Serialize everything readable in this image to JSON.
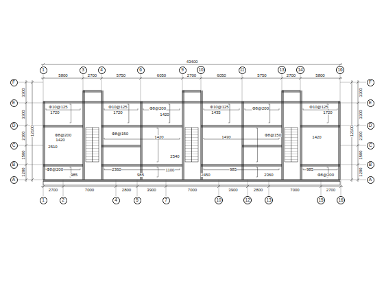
{
  "diagram": {
    "nodes": [
      {
        "text": [
          "1"
        ]
      },
      {
        "text": [
          "3"
        ]
      },
      {
        "text": [
          "4"
        ]
      },
      {
        "text": [
          "6"
        ]
      },
      {
        "text": [
          "9"
        ]
      },
      {
        "text": [
          "10"
        ]
      },
      {
        "text": [
          "11"
        ]
      },
      {
        "text": [
          "13"
        ]
      },
      {
        "text": [
          "14"
        ]
      },
      {
        "text": [
          "16"
        ]
      },
      {
        "text": [
          "F"
        ]
      },
      {
        "text": [
          "E"
        ]
      },
      {
        "text": [
          "D"
        ]
      },
      {
        "text": [
          "C"
        ]
      },
      {
        "text": [
          "B"
        ]
      },
      {
        "text": [
          "A"
        ]
      },
      {
        "text": [
          "F"
        ]
      },
      {
        "text": [
          "E"
        ]
      },
      {
        "text": [
          "D"
        ]
      },
      {
        "text": [
          "C"
        ]
      },
      {
        "text": [
          "B"
        ]
      },
      {
        "text": [
          "A"
        ]
      },
      {
        "text": [
          "1"
        ]
      },
      {
        "text": [
          "2"
        ]
      },
      {
        "text": [
          "4"
        ]
      },
      {
        "text": [
          "5"
        ]
      },
      {
        "text": [
          "7"
        ]
      },
      {
        "text": [
          "10"
        ]
      },
      {
        "text": [
          "12"
        ]
      },
      {
        "text": [
          "13"
        ]
      },
      {
        "text": [
          "15"
        ]
      },
      {
        "text": [
          "16"
        ]
      }
    ],
    "labels": [
      "5800",
      "2700",
      "5750",
      "6050",
      "2700",
      "6050",
      "5750",
      "2700",
      "5800",
      "43400",
      "3300",
      "3300",
      "2100",
      "1500",
      "1200",
      "12100",
      "3300",
      "3300",
      "2100",
      "1500",
      "1200",
      "12100",
      "2700",
      "7000",
      "2800",
      "3900",
      "7000",
      "3900",
      "2800",
      "7000",
      "2700",
      "Ф10@125",
      "1720",
      "Ф10@125",
      "1720",
      "Ф8@200",
      "1420",
      "Ф10@125",
      "1435",
      "Ф8@200",
      "Ф10@125",
      "1720",
      "Ф8@200",
      "1420",
      "Ф8@150",
      "1420",
      "2540",
      "1430",
      "Ф8@150",
      "1420",
      "Ф8@200",
      "985",
      "2360",
      "985",
      "1100",
      "2450",
      "985",
      "2360",
      "985",
      "Ф8@200",
      "2510"
    ]
  }
}
